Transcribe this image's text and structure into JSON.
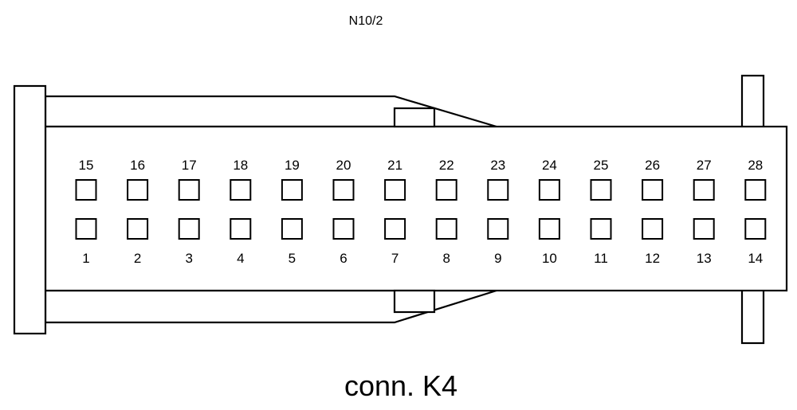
{
  "diagram": {
    "part_label": "N10/2",
    "connector_label": "conn. K4",
    "top_row_pins": [
      "15",
      "16",
      "17",
      "18",
      "19",
      "20",
      "21",
      "22",
      "23",
      "24",
      "25",
      "26",
      "27",
      "28"
    ],
    "bottom_row_pins": [
      "1",
      "2",
      "3",
      "4",
      "5",
      "6",
      "7",
      "8",
      "9",
      "10",
      "11",
      "12",
      "13",
      "14"
    ]
  }
}
